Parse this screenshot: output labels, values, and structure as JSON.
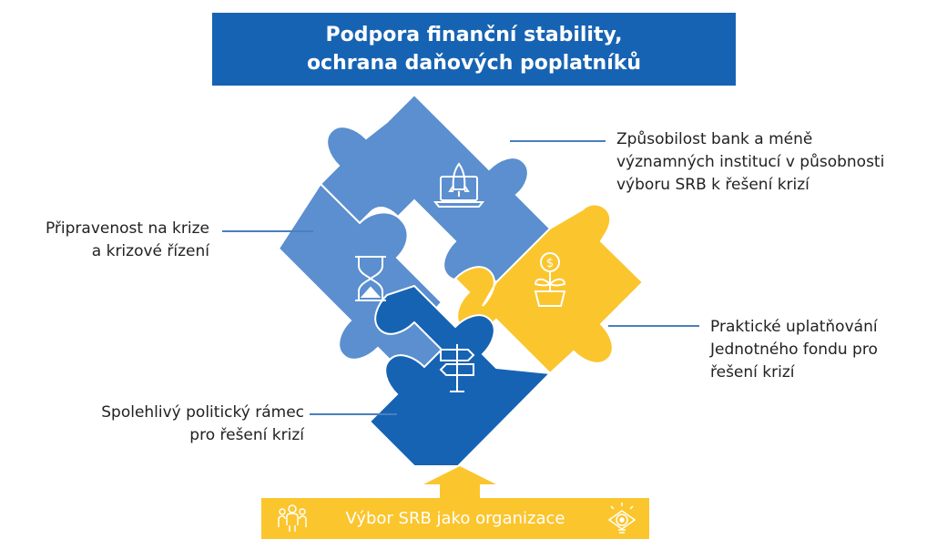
{
  "title": {
    "line1": "Podpora finanční stability,",
    "line2": "ochrana daňových poplatníků"
  },
  "labels": {
    "top_right": {
      "line1": "Způsobilost bank a méně",
      "line2": "významných institucí v působnosti",
      "line3": "výboru SRB k řešení krizí"
    },
    "left": {
      "line1": "Připravenost na krize",
      "line2": "a krizové řízení"
    },
    "right": {
      "line1": "Praktické uplatňování",
      "line2": "Jednotného fondu pro",
      "line3": "řešení krizí"
    },
    "bottom_left": {
      "line1": "Spolehlivý politický rámec",
      "line2": "pro řešení krizí"
    }
  },
  "bottom_bar": {
    "text": "Výbor SRB jako organizace"
  },
  "puzzle_pieces": [
    {
      "id": "top",
      "icon": "laptop-rocket-icon",
      "color": "#5b8fcf"
    },
    {
      "id": "left",
      "icon": "hourglass-icon",
      "color": "#5b8fcf"
    },
    {
      "id": "right",
      "icon": "money-plant-icon",
      "color": "#fbc52d"
    },
    {
      "id": "bottom",
      "icon": "signpost-icon",
      "color": "#1763b3"
    }
  ],
  "colors": {
    "dark_blue": "#1763b3",
    "light_blue": "#5b8fcf",
    "yellow": "#fbc52d",
    "connector_line": "#4a7fbf"
  }
}
